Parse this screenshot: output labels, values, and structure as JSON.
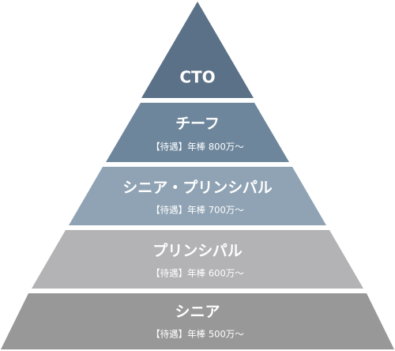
{
  "tiers": [
    {
      "title": "CTO",
      "sub": "",
      "color": "#5b7187"
    },
    {
      "title": "チーフ",
      "sub": "【待遇】年棒 800万〜",
      "color": "#6d869c"
    },
    {
      "title": "シニア・プリンシパル",
      "sub": "【待遇】年棒 700万〜",
      "color": "#8fa3b4"
    },
    {
      "title": "プリンシパル",
      "sub": "【待遇】年棒 600万〜",
      "color": "#b3b2b4"
    },
    {
      "title": "シニア",
      "sub": "【待遇】年棒 500万〜",
      "color": "#999899"
    }
  ]
}
